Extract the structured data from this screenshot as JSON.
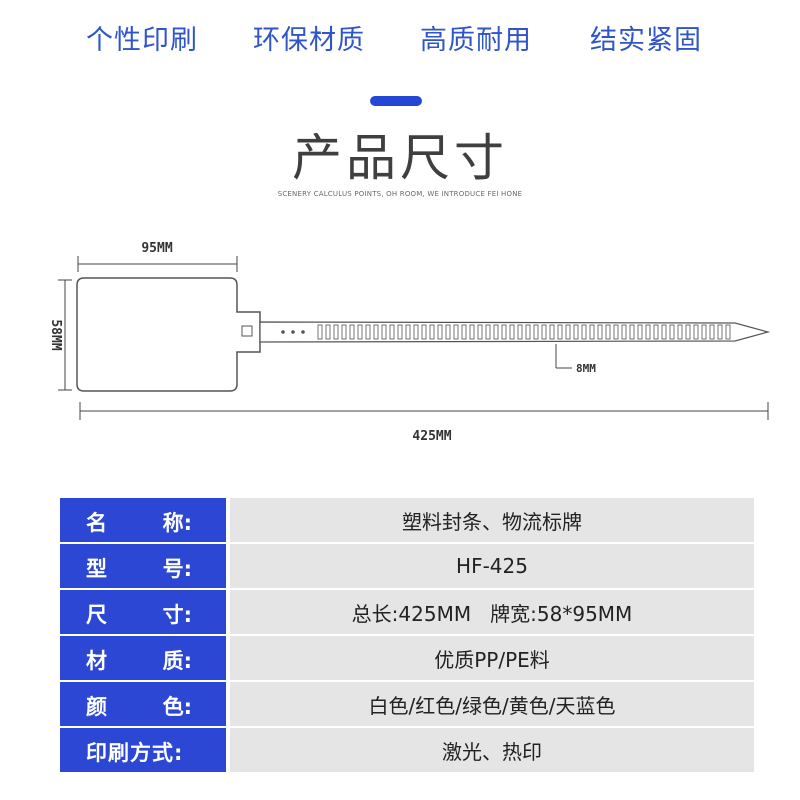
{
  "features": [
    "个性印刷",
    "环保材质",
    "高质耐用",
    "结实紧固"
  ],
  "section": {
    "title": "产品尺寸",
    "subtitle": "SCENERY CALCULUS POINTS, OH ROOM, WE INTRODUCE FEI HONE"
  },
  "dimensions": {
    "tag_width": "95MM",
    "tag_height": "58MM",
    "strap_width": "8MM",
    "total_length": "425MM"
  },
  "specs": [
    {
      "label_left": "名",
      "label_right": "称:",
      "label_full": "",
      "value": "塑料封条、物流标牌"
    },
    {
      "label_left": "型",
      "label_right": "号:",
      "label_full": "",
      "value": "HF-425"
    },
    {
      "label_left": "尺",
      "label_right": "寸:",
      "label_full": "",
      "value": "总长:425MM   牌宽:58*95MM"
    },
    {
      "label_left": "材",
      "label_right": "质:",
      "label_full": "",
      "value": "优质PP/PE料"
    },
    {
      "label_left": "颜",
      "label_right": "色:",
      "label_full": "",
      "value": "白色/红色/绿色/黄色/天蓝色"
    },
    {
      "label_left": "",
      "label_right": "",
      "label_full": "印刷方式:",
      "value": "激光、热印"
    }
  ],
  "colors": {
    "feature_text": "#2f55c8",
    "label_bg": "#2c47d3",
    "value_bg": "#e5e5e5"
  }
}
